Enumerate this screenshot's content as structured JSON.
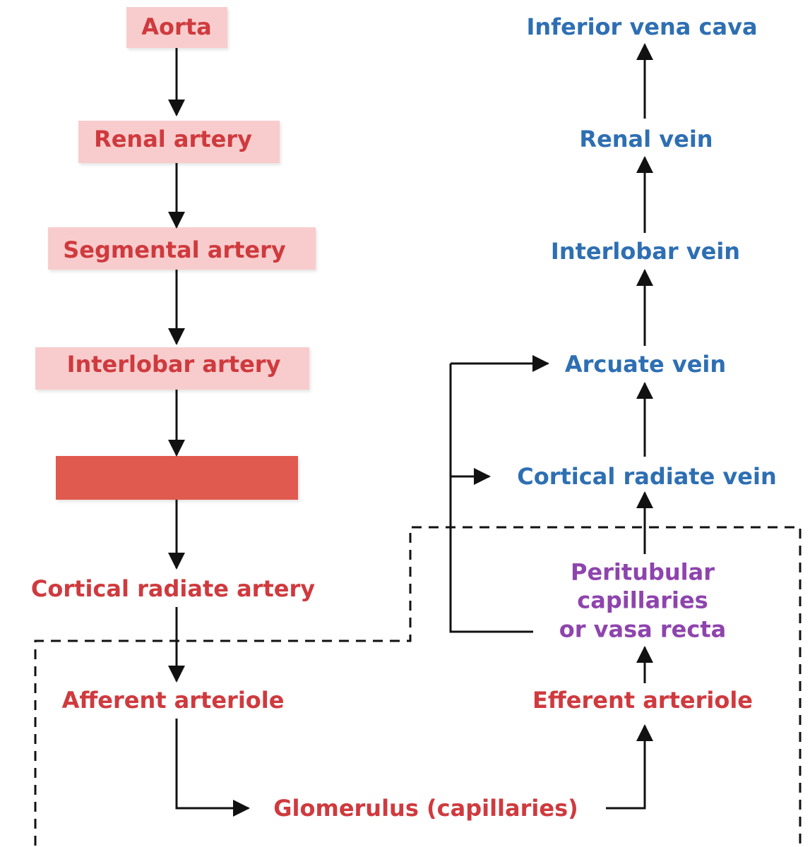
{
  "arterial": {
    "aorta": "Aorta",
    "renal_artery": "Renal artery",
    "segmental_artery": "Segmental artery",
    "interlobar_artery": "Interlobar artery",
    "arcuate_artery": "",
    "cortical_radiate_artery": "Cortical radiate artery",
    "afferent_arteriole": "Afferent arteriole"
  },
  "glomerulus": "Glomerulus (capillaries)",
  "efferent_arteriole": "Efferent arteriole",
  "peritubular": {
    "line1": "Peritubular",
    "line2": "capillaries",
    "line3": "or vasa recta"
  },
  "venous": {
    "cortical_radiate_vein": "Cortical radiate vein",
    "arcuate_vein": "Arcuate vein",
    "interlobar_vein": "Interlobar vein",
    "renal_vein": "Renal vein",
    "inferior_vena_cava": "Inferior vena cava"
  },
  "colors": {
    "artery": "#cf3a3e",
    "vein": "#2e6fb3",
    "capillaries": "#8e44ad",
    "highlight_box": "#f8cccc",
    "redacted_box": "#e05a4f"
  }
}
